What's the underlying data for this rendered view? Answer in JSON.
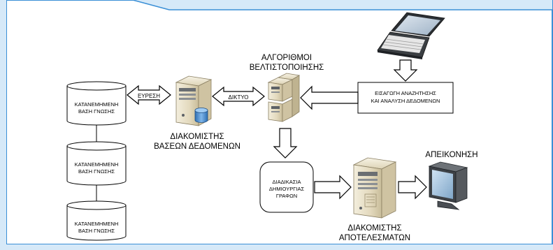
{
  "databases": [
    {
      "line1": "ΚΑΤΑΝΕΜΗΜΕΝΗ",
      "line2": "ΒΑΣΗ ΓΝΩΣΗΣ"
    },
    {
      "line1": "ΚΑΤΑΝΕΜΗΜΕΝΗ",
      "line2": "ΒΑΣΗ ΓΝΩΣΗΣ"
    },
    {
      "line1": "ΚΑΤΑΝΕΜΗΜΕΝΗ",
      "line2": "ΒΑΣΗ ΓΝΩΣΗΣ"
    }
  ],
  "labels": {
    "search_arrow": "ΕΥΡΕΣΗ",
    "network_arrow": "ΔΙΚΤΥΟ",
    "db_server_line1": "ΔΙΑΚΟΜΙΣΤΗΣ",
    "db_server_line2": "ΒΑΣΕΩΝ ΔΕΔΟΜΕΝΩΝ",
    "algorithms_line1": "ΑΛΓΟΡΙΘΜΟΙ",
    "algorithms_line2": "ΒΕΛΤΙΣΤΟΠΟΙΗΣΗΣ",
    "input_box_line1": "ΕΙΣΑΓΩΓΗ ΑΝΑΖΗΤΗΣΗΣ",
    "input_box_line2": "ΚΑΙ ΑΝΑΛΥΣΗ ΔΕΔΟΜΕΝΩΝ",
    "graph_process_line1": "ΔΙΑΔΙΚΑΣΙΑ",
    "graph_process_line2": "ΔΗΜΙΟΥΡΓΙΑΣ",
    "graph_process_line3": "ΓΡΑΦΩΝ",
    "results_server_line1": "ΔΙΑΚΟΜΙΣΤΗΣ",
    "results_server_line2": "ΑΠΟΤΕΛΕΣΜΑΤΩΝ",
    "visualization": "ΑΠΕΙΚΟΝΗΣΗ"
  },
  "colors": {
    "frame_blue": "#3a8fd6",
    "frame_light": "#d6e9f8",
    "server_beige": "#e9e1c9",
    "server_dark": "#5d6166",
    "db_cylinder": "#4a8fd1"
  },
  "icons": [
    "laptop-icon",
    "rack-server-icon",
    "tower-server-icon",
    "cylinder-icon",
    "monitor-icon"
  ]
}
